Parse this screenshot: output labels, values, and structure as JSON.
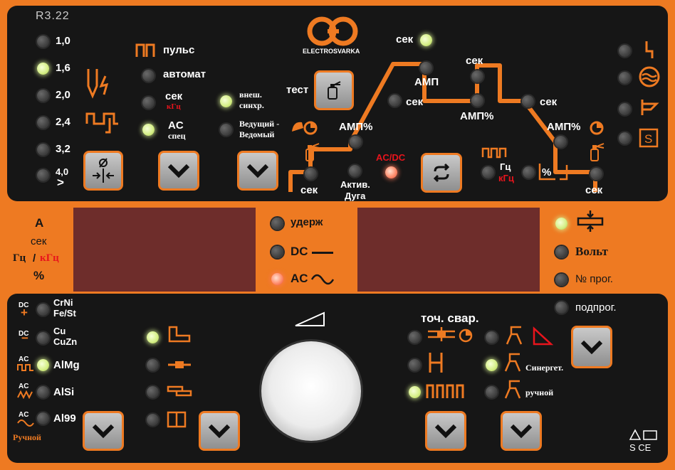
{
  "model": "R3.22",
  "brand": "ELECTROSVARKA",
  "wire": {
    "items": [
      "1,0",
      "1,6",
      "2,0",
      "2,4",
      "3,2",
      "4,0"
    ],
    "last_suffix": ">",
    "active": "1,6"
  },
  "mode": {
    "pulse": "пульс",
    "auto": "автомат",
    "sec": "сек",
    "khz": "кГц",
    "ac": "AC",
    "spec": "спец",
    "active": "AC спец"
  },
  "sync": {
    "ext1": "внеш.",
    "ext2": "синхр.",
    "lead1": "Ведущий -",
    "lead2": "Ведомый",
    "active": "внеш. синхр."
  },
  "graph": {
    "test": "тест",
    "sec_top": "сек",
    "amp_left": "АМП",
    "sec_mid": "сек",
    "amp_mid": "АМП%",
    "sec_pulse": "сек",
    "sec_right": "сек",
    "amp_right": "АМП%",
    "amp_start": "АМП%",
    "sec_start": "сек",
    "sec_end": "сек",
    "active_arc1": "Актив.",
    "active_arc2": "Дуга",
    "acdc": "AC/DC",
    "hz": "Гц",
    "khz": "кГц",
    "pct": "%"
  },
  "display": {
    "units": [
      "A",
      "сек"
    ],
    "hz": "Гц",
    "sep": "/",
    "khz": "кГц",
    "pct": "%",
    "hold": "удерж",
    "dc": "DC",
    "ac": "AC",
    "active_mode": "AC"
  },
  "right": {
    "volt": "Вольт",
    "prog": "№ прог.",
    "subprog": "подпрог."
  },
  "materials": [
    {
      "tag": "DC",
      "line1": "CrNi",
      "line2": "Fe/St"
    },
    {
      "tag": "DC",
      "line1": "Cu",
      "line2": "CuZn"
    },
    {
      "tag": "AC",
      "line1": "AlMg",
      "line2": ""
    },
    {
      "tag": "AC",
      "line1": "AlSi",
      "line2": ""
    },
    {
      "tag": "AC",
      "line1": "Al99",
      "line2": ""
    }
  ],
  "manual": "Ручной",
  "spot": {
    "title": "точ. свар.",
    "synergic": "Синергет.",
    "manual": "ручной"
  },
  "footer": {
    "marks": "S CE"
  },
  "colors": {
    "orange": "#ee7a22",
    "black": "#161616",
    "display": "#6e2d2b",
    "led_green": "#d7f08a",
    "led_red": "#ff8e6e"
  }
}
